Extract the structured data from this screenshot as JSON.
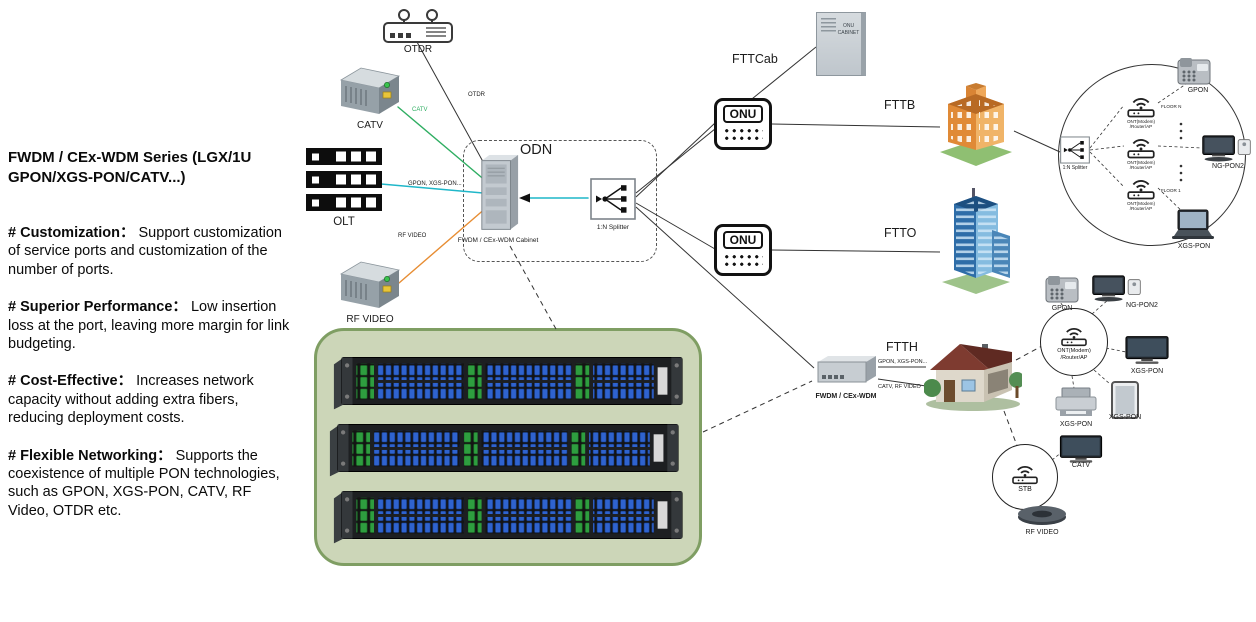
{
  "info_panel": {
    "title": "FWDM / CEx-WDM Series (LGX/1U GPON/XGS-PON/CATV...)",
    "features": [
      {
        "heading": "# Customization：",
        "body": "Support customization of service ports and customization of the number of ports."
      },
      {
        "heading": "# Superior Performance：",
        "body": "Low insertion loss at the port, leaving more margin for link budgeting."
      },
      {
        "heading": "# Cost-Effective：",
        "body": "Increases network capacity without adding extra fibers, reducing deployment costs."
      },
      {
        "heading": "# Flexible Networking：",
        "body": "Supports the coexistence of multiple PON technologies, such as GPON, XGS-PON, CATV, RF Video, OTDR etc."
      }
    ]
  },
  "headend": {
    "otdr_label": "OTDR",
    "catv_label": "CATV",
    "olt_label": "OLT",
    "rf_video_label": "RF VIDEO"
  },
  "odn": {
    "title": "ODN",
    "cabinet_label": "FWDM / CEx-WDM Cabinet",
    "splitter_label": "1:N Splitter",
    "feed_otdr": "OTDR",
    "feed_catv": "CATV",
    "feed_pon": "GPON, XGS-PON...",
    "feed_rf": "RF VIDEO"
  },
  "fttx": {
    "fttcab_label": "FTTCab",
    "onu_cabinet_label": "ONU CABINET",
    "fttb_label": "FTTB",
    "ftto_label": "FTTO",
    "ftth_label": "FTTH",
    "onu_label": "ONU",
    "ftth_wdm_label": "FWDM / CEx-WDM",
    "ftth_feed_pon": "GPON, XGS-PON...",
    "ftth_feed_catv": "CATV, RF VIDEO"
  },
  "fttb_inset": {
    "splitter_label": "1:N Splitter",
    "ont_label_1": "ONT(Modem) /Router/AP",
    "ont_label_2": "ONT(Modem) /Router/AP",
    "ont_label_3": "ONT(Modem) /Router/AP",
    "floor_top": "FLOOR N",
    "floor_bottom": "FLOOR 1",
    "gpon_label": "GPON",
    "ngpon2_label": "NG-PON2",
    "xgspon_label": "XGS-PON"
  },
  "ftth_inset": {
    "gpon_label": "GPON",
    "ngpon2_label": "NG-PON2",
    "ont_label": "ONT(Modem) /Router/AP",
    "xgspon_tv_label": "XGS-PON",
    "xgspon_printer_label": "XGS-PON",
    "xgspon_tablet_label": "XGS-PON",
    "stb_label": "STB",
    "catv_label": "CATV",
    "rf_video_label": "RF VIDEO"
  },
  "colors": {
    "catv_line": "#2fae62",
    "pon_line": "#1fb7c9",
    "rf_video_line": "#e78d33",
    "panel_bg": "#ccd6b8",
    "panel_border": "#7f9e63"
  }
}
